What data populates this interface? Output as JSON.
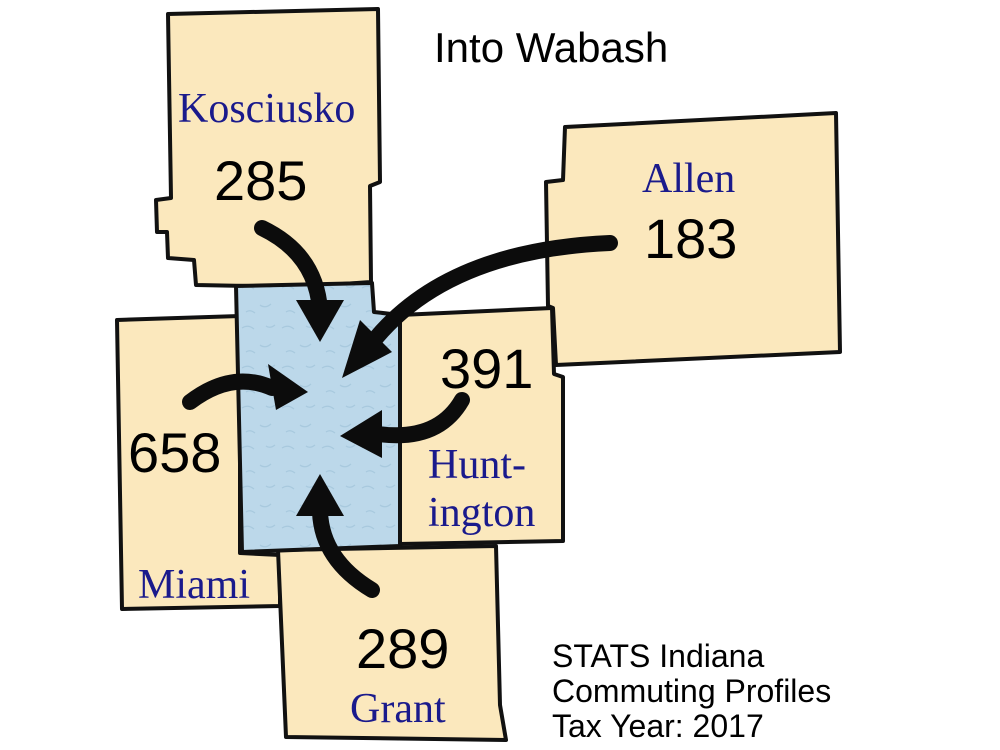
{
  "title": "Into Wabash",
  "credit": {
    "line1": "STATS Indiana",
    "line2": "Commuting Profiles",
    "line3": "Tax Year: 2017"
  },
  "colors": {
    "county_fill": "#fbe8bd",
    "destination_fill": "#bcd8ea",
    "label_color": "#1a1a8c",
    "arrow_color": "#0c0c0c"
  },
  "destination": {
    "name": "Wabash"
  },
  "counties": [
    {
      "id": "kosciusko",
      "name": "Kosciusko",
      "commuters": "285"
    },
    {
      "id": "allen",
      "name": "Allen",
      "commuters": "183"
    },
    {
      "id": "huntington",
      "name_line1": "Hunt-",
      "name_line2": "ington",
      "commuters": "391"
    },
    {
      "id": "miami",
      "name": "Miami",
      "commuters": "658"
    },
    {
      "id": "grant",
      "name": "Grant",
      "commuters": "289"
    }
  ]
}
